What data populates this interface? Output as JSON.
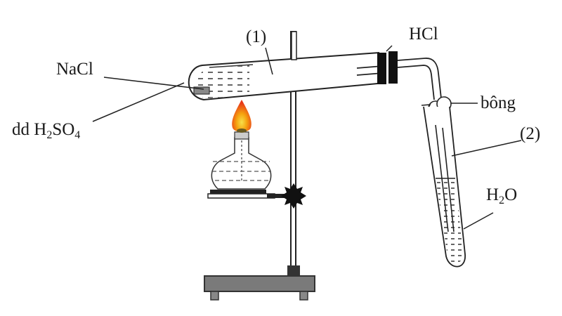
{
  "diagram": {
    "type": "lab-apparatus",
    "description": "Điều chế HCl từ NaCl và dd H2SO4 đặc, hấp thụ vào nước",
    "labels": {
      "nacl": "NaCl",
      "h2so4_prefix": "dd H",
      "h2so4_sub1": "2",
      "h2so4_mid": "SO",
      "h2so4_sub2": "4",
      "tube1": "(1)",
      "hcl": "HCl",
      "cotton": "bông",
      "tube2": "(2)",
      "water_prefix": "H",
      "water_sub": "2",
      "water_suffix": "O"
    },
    "components": [
      "reaction-tube-1",
      "alcohol-lamp",
      "flame",
      "retort-stand",
      "clamp",
      "rubber-stopper",
      "delivery-tube",
      "cotton-plug",
      "collection-tube-2",
      "water"
    ],
    "colors": {
      "line": "#1a1a1a",
      "flame_outer": "#f5a30f",
      "flame_inner": "#e8391a",
      "stand_base": "#7a7a7a",
      "stopper": "#111111"
    }
  }
}
